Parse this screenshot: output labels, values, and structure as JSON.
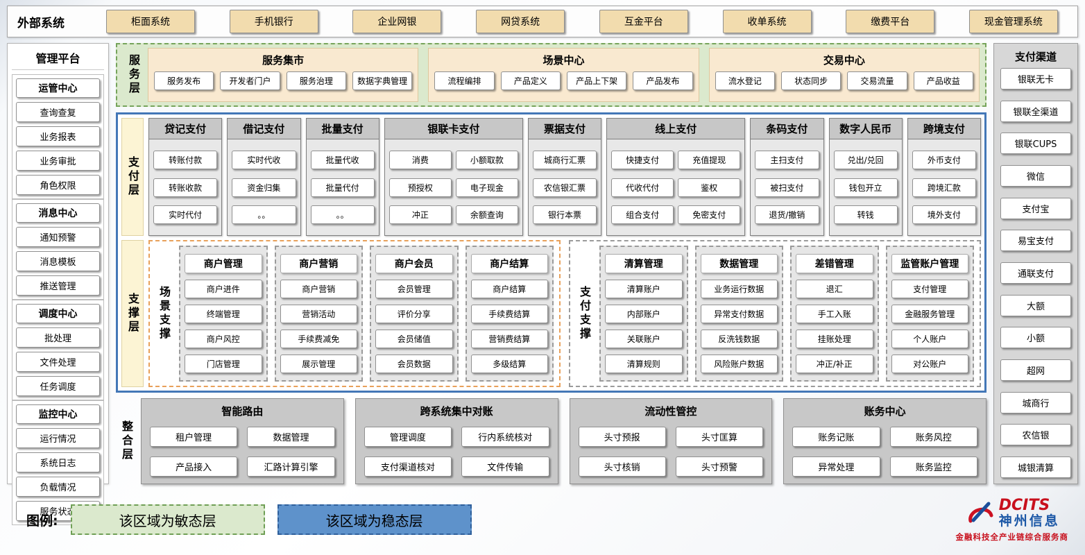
{
  "colors": {
    "tan_button": "#f2dcae",
    "agile_green_bg": "#dbe9cd",
    "agile_green_border": "#76a45b",
    "stable_blue_border": "#4377b7",
    "layer_label_cream": "#fcf4d4",
    "column_header_gray": "#c7c7c7",
    "legend_blue_bg": "#5e92cb",
    "logo_red": "#c8101d",
    "logo_blue": "#1b57a6"
  },
  "external": {
    "label": "外部系统",
    "items": [
      "柜面系统",
      "手机银行",
      "企业网银",
      "网贷系统",
      "互金平台",
      "收单系统",
      "缴费平台",
      "现金管理系统"
    ]
  },
  "management": {
    "label": "管理平台",
    "groups": [
      {
        "title": "运管中心",
        "items": [
          "查询查复",
          "业务报表",
          "业务审批",
          "角色权限"
        ]
      },
      {
        "title": "消息中心",
        "items": [
          "通知预警",
          "消息模板",
          "推送管理"
        ]
      },
      {
        "title": "调度中心",
        "items": [
          "批处理",
          "文件处理",
          "任务调度"
        ]
      },
      {
        "title": "监控中心",
        "items": [
          "运行情况",
          "系统日志",
          "负载情况",
          "服务状态"
        ]
      }
    ]
  },
  "service_layer": {
    "label": "服务层",
    "groups": [
      {
        "title": "服务集市",
        "items": [
          "服务发布",
          "开发者门户",
          "服务治理",
          "数据字典管理"
        ]
      },
      {
        "title": "场景中心",
        "items": [
          "流程编排",
          "产品定义",
          "产品上下架",
          "产品发布"
        ]
      },
      {
        "title": "交易中心",
        "items": [
          "流水登记",
          "状态同步",
          "交易流量",
          "产品收益"
        ]
      }
    ]
  },
  "payment_layer": {
    "label": "支付层",
    "columns": [
      {
        "title": "贷记支付",
        "wide": false,
        "rows": [
          [
            "转账付款"
          ],
          [
            "转账收款"
          ],
          [
            "实时代付"
          ]
        ]
      },
      {
        "title": "借记支付",
        "wide": false,
        "rows": [
          [
            "实时代收"
          ],
          [
            "资金归集"
          ],
          [
            "。。"
          ]
        ]
      },
      {
        "title": "批量支付",
        "wide": false,
        "rows": [
          [
            "批量代收"
          ],
          [
            "批量代付"
          ],
          [
            "。。"
          ]
        ]
      },
      {
        "title": "银联卡支付",
        "wide": true,
        "rows": [
          [
            "消费",
            "小额取款"
          ],
          [
            "预授权",
            "电子现金"
          ],
          [
            "冲正",
            "余额查询"
          ]
        ]
      },
      {
        "title": "票据支付",
        "wide": false,
        "rows": [
          [
            "城商行汇票"
          ],
          [
            "农信银汇票"
          ],
          [
            "银行本票"
          ]
        ]
      },
      {
        "title": "线上支付",
        "wide": true,
        "rows": [
          [
            "快捷支付",
            "充值提现"
          ],
          [
            "代收代付",
            "鉴权"
          ],
          [
            "组合支付",
            "免密支付"
          ]
        ]
      },
      {
        "title": "条码支付",
        "wide": false,
        "rows": [
          [
            "主扫支付"
          ],
          [
            "被扫支付"
          ],
          [
            "退货/撤销"
          ]
        ]
      },
      {
        "title": "数字人民币",
        "wide": false,
        "rows": [
          [
            "兑出/兑回"
          ],
          [
            "钱包开立"
          ],
          [
            "转钱"
          ]
        ]
      },
      {
        "title": "跨境支付",
        "wide": false,
        "rows": [
          [
            "外币支付"
          ],
          [
            "跨境汇款"
          ],
          [
            "境外支付"
          ]
        ]
      }
    ]
  },
  "support_layer": {
    "label": "支撑层",
    "scene": {
      "label": "场景支撑",
      "columns": [
        {
          "title": "商户管理",
          "items": [
            "商户进件",
            "终端管理",
            "商户风控",
            "门店管理"
          ]
        },
        {
          "title": "商户营销",
          "items": [
            "商户营销",
            "营销活动",
            "手续费减免",
            "展示管理"
          ]
        },
        {
          "title": "商户会员",
          "items": [
            "会员管理",
            "评价分享",
            "会员储值",
            "会员数据"
          ]
        },
        {
          "title": "商户结算",
          "items": [
            "商户结算",
            "手续费结算",
            "营销费结算",
            "多级结算"
          ]
        }
      ]
    },
    "payment": {
      "label": "支付支撑",
      "columns": [
        {
          "title": "清算管理",
          "items": [
            "清算账户",
            "内部账户",
            "关联账户",
            "清算规则"
          ]
        },
        {
          "title": "数据管理",
          "items": [
            "业务运行数据",
            "异常支付数据",
            "反洗钱数据",
            "风险账户数据"
          ]
        },
        {
          "title": "差错管理",
          "items": [
            "退汇",
            "手工入账",
            "挂账处理",
            "冲正/补正"
          ]
        },
        {
          "title": "监管账户管理",
          "items": [
            "支付管理",
            "金融服务管理",
            "个人账户",
            "对公账户"
          ]
        }
      ]
    }
  },
  "integration_layer": {
    "label": "整合层",
    "groups": [
      {
        "title": "智能路由",
        "items": [
          "租户管理",
          "数据管理",
          "产品接入",
          "汇路计算引擎"
        ]
      },
      {
        "title": "跨系统集中对账",
        "items": [
          "管理调度",
          "行内系统核对",
          "支付渠道核对",
          "文件传输"
        ]
      },
      {
        "title": "流动性管控",
        "items": [
          "头寸预报",
          "头寸匡算",
          "头寸核销",
          "头寸预警"
        ]
      },
      {
        "title": "账务中心",
        "items": [
          "账务记账",
          "账务风控",
          "异常处理",
          "账务监控"
        ]
      }
    ]
  },
  "channels": {
    "label": "支付渠道",
    "items": [
      "银联无卡",
      "银联全渠道",
      "银联CUPS",
      "微信",
      "支付宝",
      "易宝支付",
      "通联支付",
      "大额",
      "小额",
      "超网",
      "城商行",
      "农信银",
      "城银清算"
    ]
  },
  "legend": {
    "label": "图例:",
    "agile": "该区域为敏态层",
    "stable": "该区域为稳态层"
  },
  "logo": {
    "name": "DCITS",
    "company": "神州信息",
    "tagline": "金融科技全产业链综合服务商"
  }
}
